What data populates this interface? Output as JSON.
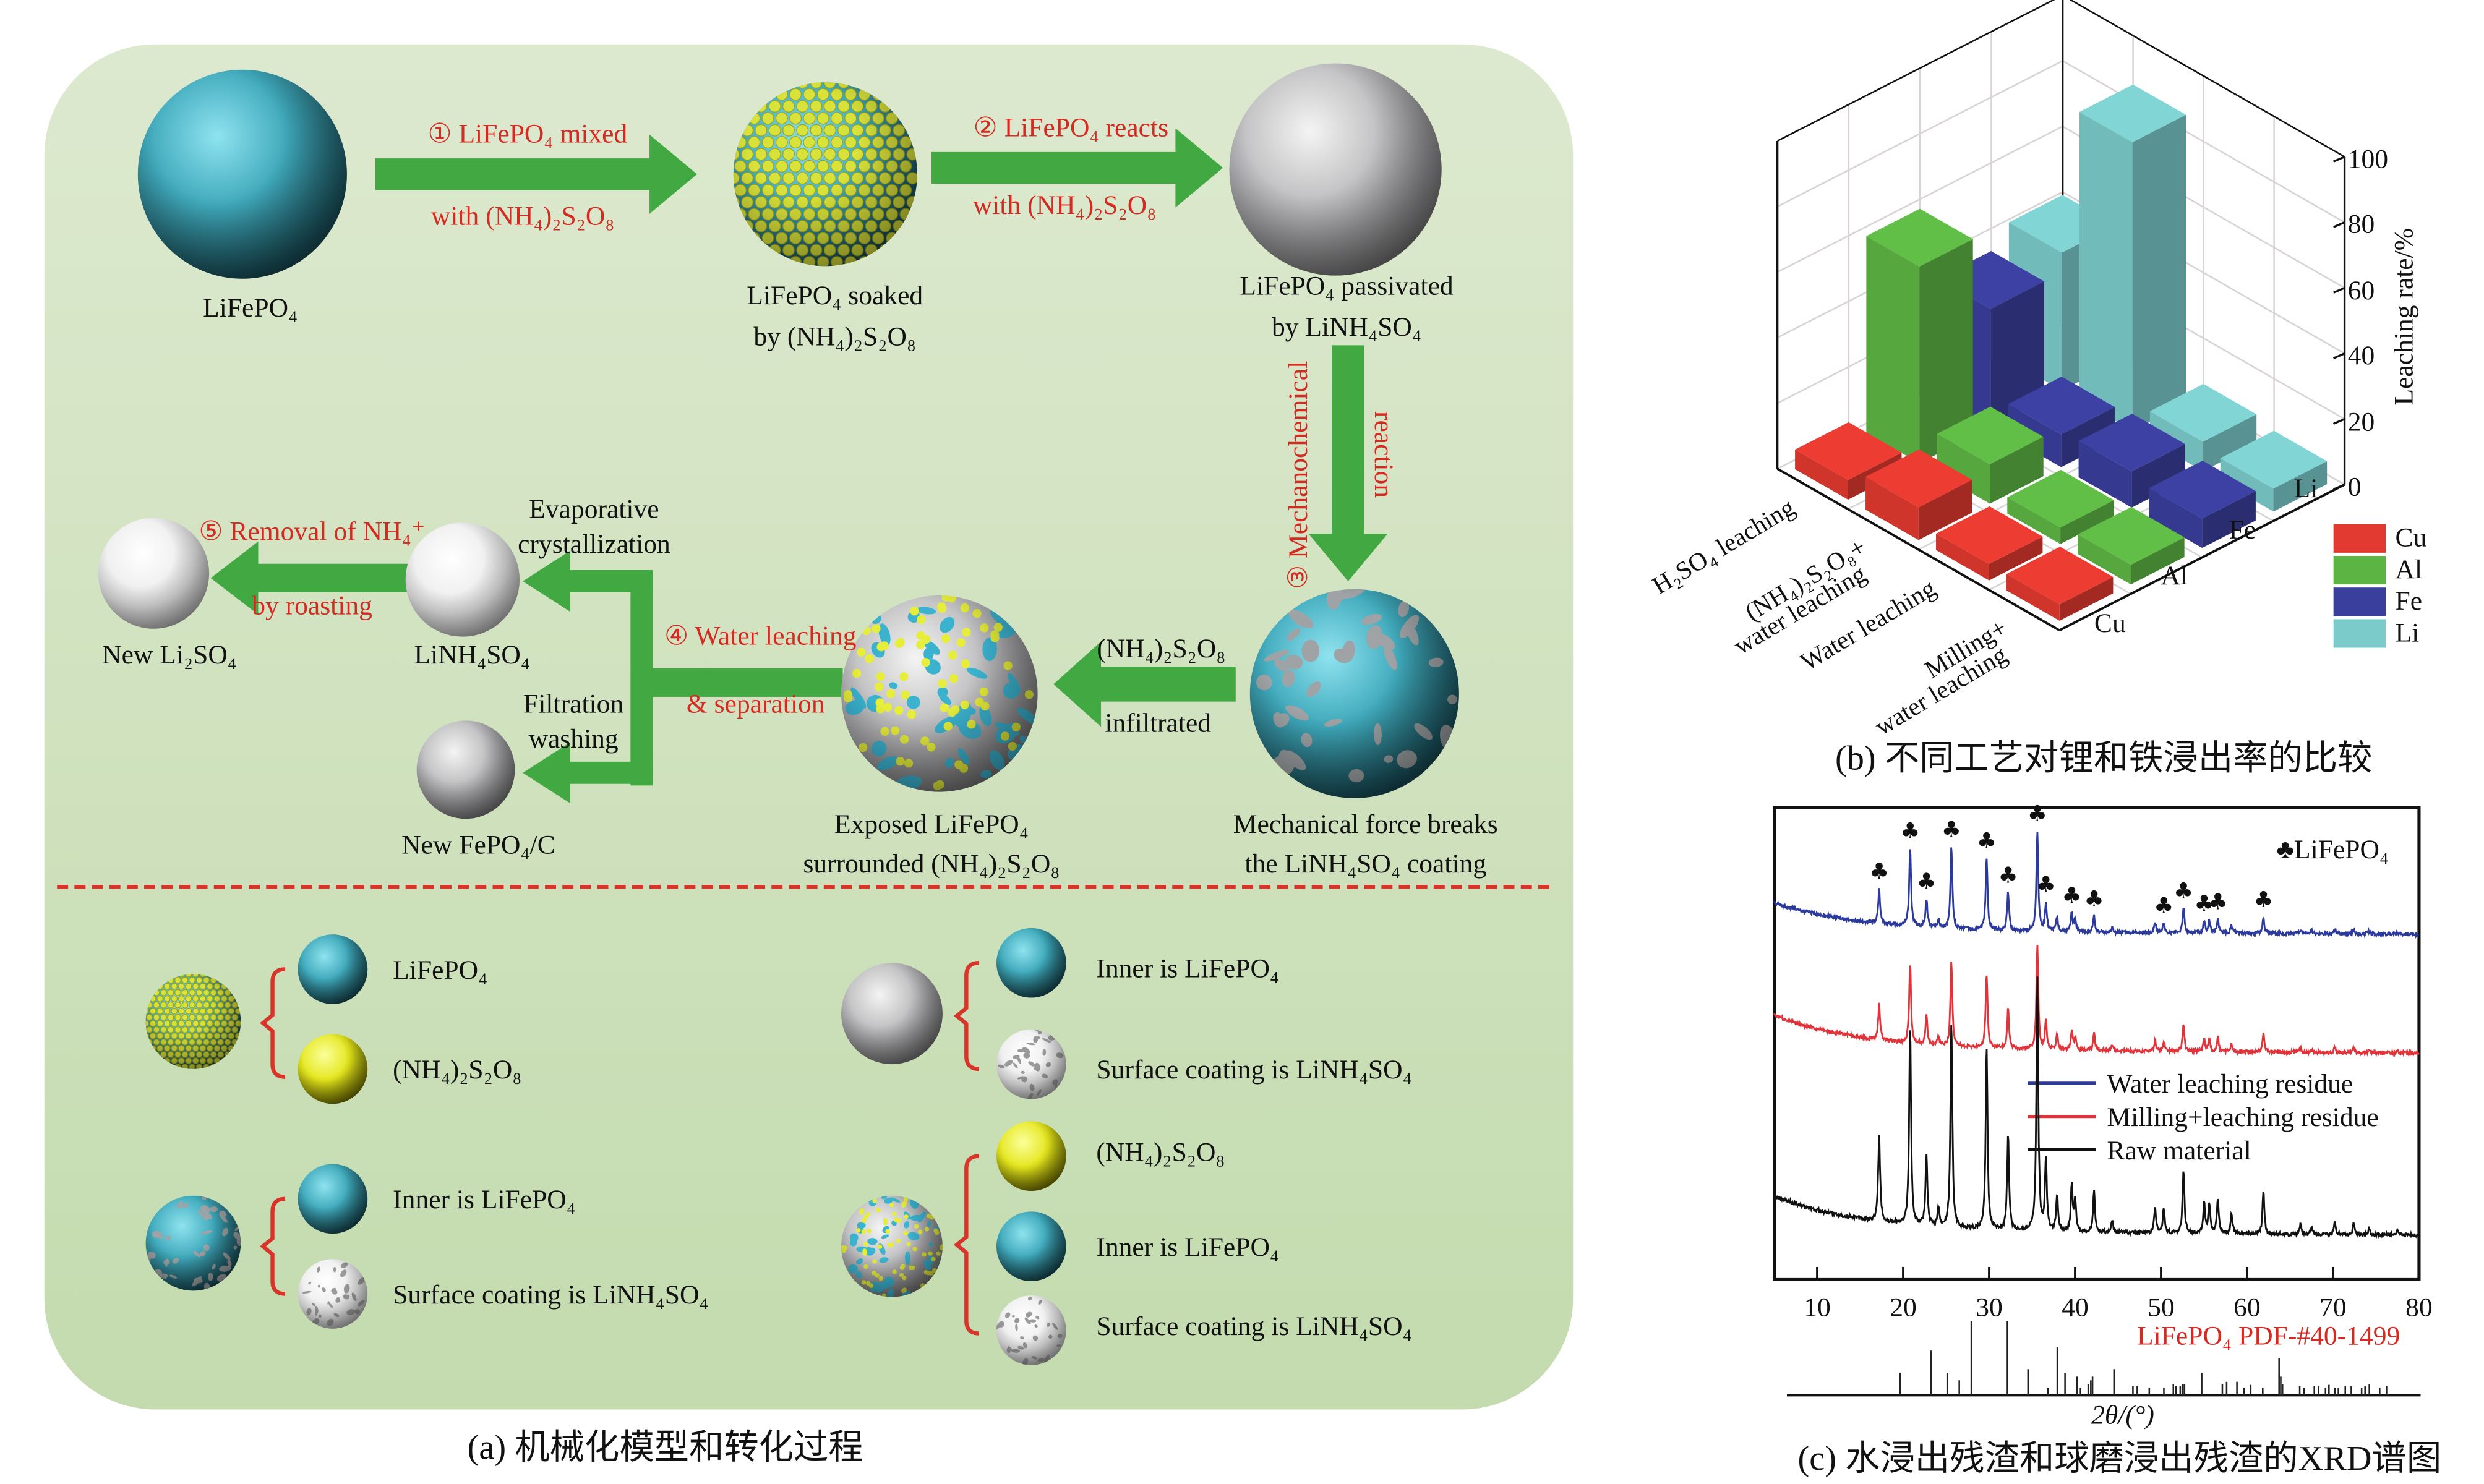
{
  "panel_a": {
    "caption": "(a) 机械化模型和转化过程",
    "step1_top": "① LiFePO₄ mixed",
    "step1_bottom": "with (NH₄)₂S₂O₈",
    "step2_top": "② LiFePO₄ reacts",
    "step2_bottom": "with (NH₄)₂S₂O₈",
    "step3_left": "③ Mechanochemical",
    "step3_right": "reaction",
    "step4_top": "④ Water leaching",
    "step4_bottom": "& separation",
    "step5_top": "⑤ Removal of NH₄⁺",
    "step5_bottom": "by roasting",
    "infiltrate_top": "(NH₄)₂S₂O₈",
    "infiltrate_bottom": "infiltrated",
    "evaporative": [
      "Evaporative",
      "crystallization"
    ],
    "filtration": [
      "Filtration",
      "washing"
    ],
    "labels": {
      "lifepo4": "LiFePO₄",
      "soaked": [
        "LiFePO₄ soaked",
        "by (NH₄)₂S₂O₈"
      ],
      "passivated": [
        "LiFePO₄ passivated",
        "by LiNH₄SO₄"
      ],
      "mechanical": [
        "Mechanical force breaks",
        "the LiNH₄SO₄ coating"
      ],
      "exposed": [
        "Exposed LiFePO₄",
        "surrounded (NH₄)₂S₂O₈"
      ],
      "new_li2so4": "New Li₂SO₄",
      "linh4so4": "LiNH₄SO₄",
      "new_fepo4": "New FePO₄/C"
    },
    "legend": [
      [
        "LiFePO₄",
        "(NH₄)₂S₂O₈"
      ],
      [
        "Inner is LiFePO₄",
        "Surface coating is LiNH₄SO₄"
      ],
      [
        "Inner is LiFePO₄",
        "Surface coating is LiNH₄SO₄"
      ],
      [
        "(NH₄)₂S₂O₈",
        "Inner is LiFePO₄",
        "Surface coating is LiNH₄SO₄"
      ]
    ],
    "colors": {
      "arrow": "#41a842",
      "step_text": "#d42a22",
      "background_top": "#dde9cf",
      "background_bottom": "#c3dbae"
    }
  },
  "chart_data": [
    {
      "type": "bar3d",
      "caption": "(b) 不同工艺对锂和铁浸出率的比较",
      "zlabel": "Leaching rate/%",
      "zlim": [
        0,
        100
      ],
      "zticks": [
        "0",
        "20",
        "40",
        "60",
        "80",
        "100"
      ],
      "categories": [
        "H₂SO₄ leaching",
        "(NH₄)₂S₂O₈+ water leaching",
        "Water leaching",
        "Milling+ water leaching"
      ],
      "category_lines": [
        [
          "H₂SO₄ leaching"
        ],
        [
          "(NH₄)₂S₂O₈+",
          "water leaching"
        ],
        [
          "Water leaching"
        ],
        [
          "Milling+",
          "water leaching"
        ]
      ],
      "elements": [
        "Cu",
        "Al",
        "Fe",
        "Li"
      ],
      "series": [
        {
          "name": "Cu",
          "color": "#e23a30",
          "values": [
            6,
            10,
            5,
            5
          ]
        },
        {
          "name": "Al",
          "color": "#5cb543",
          "values": [
            60,
            12,
            5,
            6
          ]
        },
        {
          "name": "Fe",
          "color": "#3a3e9c",
          "values": [
            36,
            10,
            11,
            9
          ]
        },
        {
          "name": "Li",
          "color": "#7ccbcb",
          "values": [
            42,
            88,
            9,
            7
          ]
        }
      ],
      "legend": [
        "Cu",
        "Al",
        "Fe",
        "Li"
      ],
      "legend_position": "bottom-right"
    },
    {
      "type": "line",
      "caption": "(c) 水浸出残渣和球磨浸出残渣的XRD谱图",
      "xlabel": "2θ/(°)",
      "xlim": [
        5,
        80
      ],
      "xticks": [
        "10",
        "20",
        "30",
        "40",
        "50",
        "60",
        "70",
        "80"
      ],
      "marker_legend": "♣LiFePO₄",
      "peaks": [
        [
          17.2,
          35
        ],
        [
          20.8,
          78
        ],
        [
          22.7,
          28
        ],
        [
          24.1,
          8
        ],
        [
          25.6,
          82
        ],
        [
          29.7,
          72
        ],
        [
          32.2,
          38
        ],
        [
          35.6,
          100
        ],
        [
          36.6,
          28
        ],
        [
          37.9,
          14
        ],
        [
          39.6,
          18
        ],
        [
          40.0,
          12
        ],
        [
          42.2,
          16
        ],
        [
          44.3,
          5
        ],
        [
          49.3,
          10
        ],
        [
          50.3,
          10
        ],
        [
          52.6,
          25
        ],
        [
          55.0,
          12
        ],
        [
          55.6,
          12
        ],
        [
          56.6,
          14
        ],
        [
          58.2,
          8
        ],
        [
          61.9,
          17
        ],
        [
          66.2,
          4
        ],
        [
          67.5,
          3
        ],
        [
          70.2,
          5
        ],
        [
          72.4,
          5
        ],
        [
          74.2,
          3
        ],
        [
          77.5,
          2
        ]
      ],
      "marked_peaks": [
        17.2,
        20.8,
        22.7,
        25.6,
        29.7,
        32.2,
        35.6,
        36.6,
        39.6,
        42.2,
        50.3,
        52.6,
        55.0,
        56.6,
        61.9
      ],
      "series": [
        {
          "name": "Water leaching residue",
          "color": "#2b3a9c",
          "relative_scale": 0.63
        },
        {
          "name": "Milling+leaching residue",
          "color": "#e0333a",
          "relative_scale": 0.65
        },
        {
          "name": "Raw material",
          "color": "#111111",
          "relative_scale": 1.6
        }
      ],
      "reference": {
        "label": "LiFePO₄ PDF-#40-1499",
        "color": "#e0332a",
        "sticks": [
          [
            18.7,
            30
          ],
          [
            22.3,
            60
          ],
          [
            24.2,
            30
          ],
          [
            25.6,
            20
          ],
          [
            27.0,
            100
          ],
          [
            31.2,
            100
          ],
          [
            33.6,
            35
          ],
          [
            35.9,
            10
          ],
          [
            37.0,
            65
          ],
          [
            37.9,
            30
          ],
          [
            39.3,
            25
          ],
          [
            39.7,
            10
          ],
          [
            40.6,
            15
          ],
          [
            40.9,
            20
          ],
          [
            41.1,
            25
          ],
          [
            43.6,
            35
          ],
          [
            45.8,
            12
          ],
          [
            46.3,
            12
          ],
          [
            47.7,
            10
          ],
          [
            49.4,
            10
          ],
          [
            50.5,
            15
          ],
          [
            50.8,
            12
          ],
          [
            51.3,
            12
          ],
          [
            51.6,
            15
          ],
          [
            51.8,
            15
          ],
          [
            53.8,
            30
          ],
          [
            56.2,
            15
          ],
          [
            56.7,
            18
          ],
          [
            57.9,
            18
          ],
          [
            58.7,
            10
          ],
          [
            59.5,
            14
          ],
          [
            60.9,
            10
          ],
          [
            62.8,
            50
          ],
          [
            63.0,
            25
          ],
          [
            63.2,
            15
          ],
          [
            65.2,
            12
          ],
          [
            65.7,
            10
          ],
          [
            66.9,
            12
          ],
          [
            67.4,
            12
          ],
          [
            68.2,
            10
          ],
          [
            68.6,
            14
          ],
          [
            69.3,
            10
          ],
          [
            69.7,
            10
          ],
          [
            70.5,
            12
          ],
          [
            71.2,
            12
          ],
          [
            72.4,
            10
          ],
          [
            72.8,
            12
          ],
          [
            73.3,
            15
          ],
          [
            74.5,
            10
          ],
          [
            75.3,
            12
          ]
        ]
      }
    }
  ]
}
